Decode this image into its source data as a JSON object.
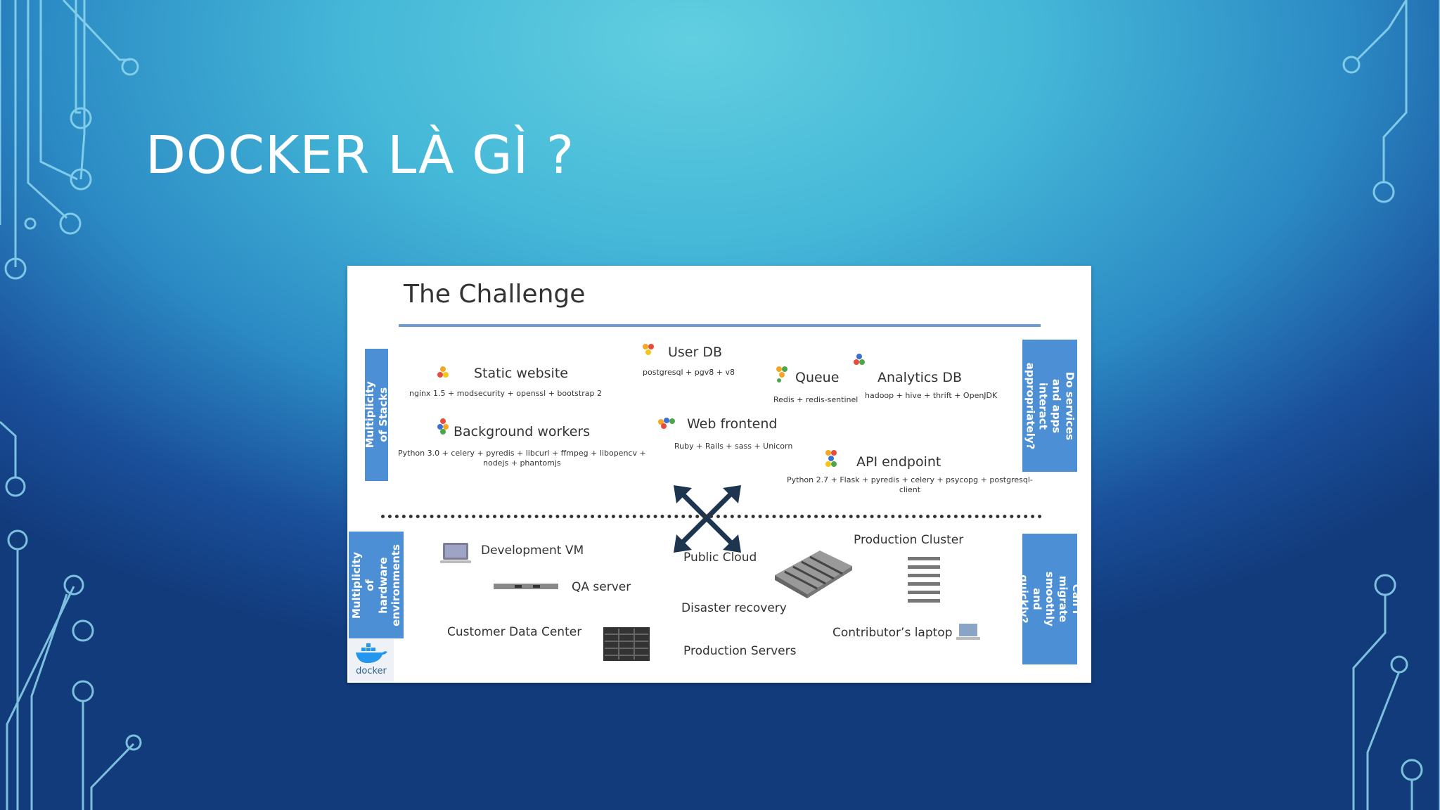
{
  "slide": {
    "title": "DOCKER LÀ GÌ ?"
  },
  "figure": {
    "title": "The Challenge",
    "left_top_panel": "Multiplicity of Stacks",
    "left_bottom_panel": "Multiplicity of\nhardware\nenvironments",
    "right_top_panel": "Do services and apps\ninteract\nappropriately?",
    "right_bottom_panel": "Can I migrate\nsmoothly and\nquickly?",
    "stacks": [
      {
        "label": "Static website",
        "detail": "nginx 1.5 + modsecurity + openssl + bootstrap 2"
      },
      {
        "label": "User DB",
        "detail": "postgresql + pgv8 + v8"
      },
      {
        "label": "Queue",
        "detail": "Redis + redis-sentinel"
      },
      {
        "label": "Analytics DB",
        "detail": "hadoop + hive + thrift + OpenJDK"
      },
      {
        "label": "Background workers",
        "detail": "Python 3.0 + celery + pyredis + libcurl + ffmpeg + libopencv +\nnodejs + phantomjs"
      },
      {
        "label": "Web frontend",
        "detail": "Ruby + Rails + sass + Unicorn"
      },
      {
        "label": "API endpoint",
        "detail": "Python 2.7 + Flask + pyredis + celery + psycopg + postgresql-\nclient"
      }
    ],
    "hardware": {
      "dev_vm": "Development VM",
      "qa_server": "QA server",
      "customer_dc": "Customer Data Center",
      "public_cloud": "Public Cloud",
      "disaster_recovery": "Disaster recovery",
      "production_servers": "Production Servers",
      "production_cluster": "Production Cluster",
      "contributor_laptop": "Contributor’s laptop"
    },
    "logo_text": "docker"
  }
}
